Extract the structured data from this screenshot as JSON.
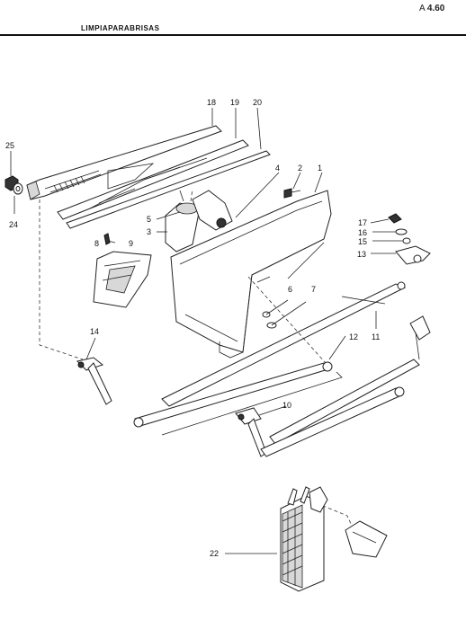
{
  "header": {
    "page_prefix": "A",
    "page_number": "4.60",
    "section_title": "LIMPIAPARABRISAS"
  },
  "callouts": [
    {
      "id": "c1",
      "label": "1"
    },
    {
      "id": "c2",
      "label": "2"
    },
    {
      "id": "c3",
      "label": "3"
    },
    {
      "id": "c4",
      "label": "4"
    },
    {
      "id": "c5",
      "label": "5"
    },
    {
      "id": "c6",
      "label": "6"
    },
    {
      "id": "c7",
      "label": "7"
    },
    {
      "id": "c8",
      "label": "8"
    },
    {
      "id": "c9",
      "label": "9"
    },
    {
      "id": "c10",
      "label": "10"
    },
    {
      "id": "c11",
      "label": "11"
    },
    {
      "id": "c12",
      "label": "12"
    },
    {
      "id": "c13",
      "label": "13"
    },
    {
      "id": "c14",
      "label": "14"
    },
    {
      "id": "c15",
      "label": "15"
    },
    {
      "id": "c16",
      "label": "16"
    },
    {
      "id": "c17",
      "label": "17"
    },
    {
      "id": "c18",
      "label": "18"
    },
    {
      "id": "c19",
      "label": "19"
    },
    {
      "id": "c20",
      "label": "20"
    },
    {
      "id": "c22",
      "label": "22"
    },
    {
      "id": "c24",
      "label": "24"
    },
    {
      "id": "c25",
      "label": "25"
    }
  ]
}
